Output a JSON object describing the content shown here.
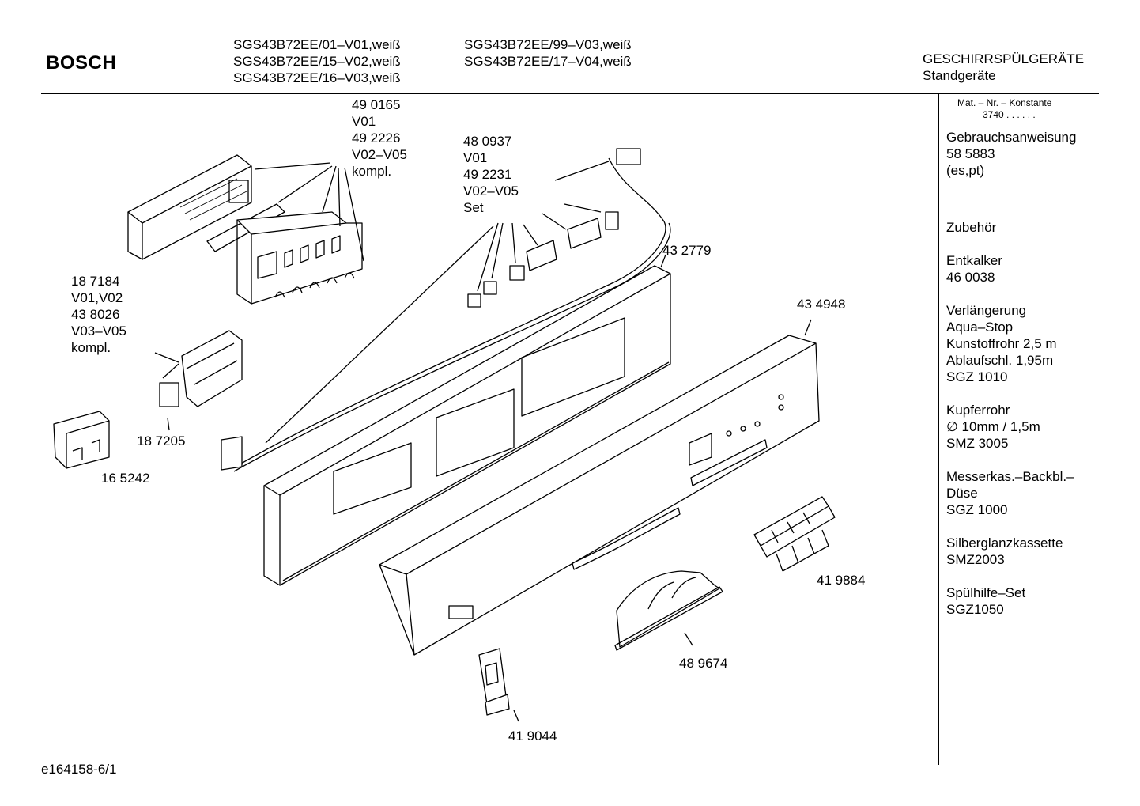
{
  "header": {
    "brand": "BOSCH",
    "models_col1": [
      "SGS43B72EE/01–V01,weiß",
      "SGS43B72EE/15–V02,weiß",
      "SGS43B72EE/16–V03,weiß"
    ],
    "models_col2": [
      "SGS43B72EE/99–V03,weiß",
      "SGS43B72EE/17–V04,weiß"
    ],
    "category": "GESCHIRRSPÜLGERÄTE",
    "subcategory": "Standgeräte"
  },
  "sidebar": {
    "mat_label": "Mat. – Nr. – Konstante",
    "mat_value": "3740  .  .   .  .  .  .",
    "groups": [
      [
        "Gebrauchsanweisung",
        "58 5883",
        "(es,pt)"
      ],
      [],
      [
        "Zubehör"
      ],
      [
        "Entkalker",
        "46 0038"
      ],
      [
        "Verlängerung",
        "Aqua–Stop",
        "Kunstoffrohr 2,5 m",
        "Ablaufschl. 1,95m",
        "SGZ 1010"
      ],
      [
        "Kupferrohr",
        "∅ 10mm / 1,5m",
        "SMZ 3005"
      ],
      [
        "Messerkas.–Backbl.–",
        "Düse",
        "SGZ 1000"
      ],
      [
        "Silberglanzkassette",
        "SMZ2003"
      ],
      [
        "Spülhilfe–Set",
        "SGZ1050"
      ]
    ]
  },
  "parts": {
    "p490165": [
      "49 0165",
      "V01",
      "49 2226",
      "V02–V05",
      "kompl."
    ],
    "p480937": [
      "48 0937",
      "V01",
      "49 2231",
      "V02–V05",
      "Set"
    ],
    "p187184": [
      "18 7184",
      "V01,V02",
      "43 8026",
      "V03–V05",
      "kompl."
    ],
    "p432779": "43 2779",
    "p434948": "43 4948",
    "p187205": "18 7205",
    "p165242": "16 5242",
    "p419884": "41 9884",
    "p489674": "48 9674",
    "p419044": "41 9044"
  },
  "footer": {
    "drawing_id": "e164158-6/1"
  }
}
